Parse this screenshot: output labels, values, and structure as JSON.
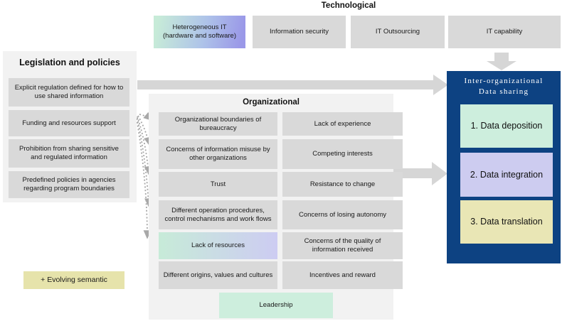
{
  "technological": {
    "title": "Technological",
    "het_it": "Heterogeneous IT (hardware and software)",
    "info_security": "Information security",
    "it_outsourcing": "IT Outsourcing",
    "it_capability": "IT capability"
  },
  "legislation": {
    "title": "Legislation and policies",
    "items": [
      "Explicit regulation defined for how to use shared information",
      "Funding and resources support",
      "Prohibition from sharing sensitive and regulated information",
      "Predefined policies in agencies regarding program boundaries"
    ]
  },
  "evolving_semantic_label": "+ Evolving semantic",
  "organizational": {
    "title": "Organizational",
    "rows": [
      {
        "left": "Organizational boundaries of bureaucracy",
        "right": "Lack of experience"
      },
      {
        "left": "Concerns of information misuse by other organizations",
        "right": "Competing interests"
      },
      {
        "left": "Trust",
        "right": "Resistance to change"
      },
      {
        "left": "Different operation procedures, control mechanisms and work flows",
        "right": "Concerns of losing autonomy"
      },
      {
        "left": "Lack of resources",
        "right": "Concerns of the quality of information received"
      },
      {
        "left": "Different origins, values and cultures",
        "right": "Incentives and reward"
      }
    ],
    "leadership": "Leadership"
  },
  "data_sharing": {
    "title_line1": "Inter-organizational",
    "title_line2": "Data sharing",
    "stages": [
      "1. Data deposition",
      "2. Data integration",
      "3. Data translation"
    ]
  },
  "colors": {
    "navy": "#0d4282",
    "box_gray": "#d9d9d9",
    "panel_gray": "#f2f2f2",
    "arrow_gray": "#d6d6d6",
    "dotted_arrow_gray": "#a8a8a8",
    "mint_green": "#cdeedd",
    "lavender": "#cdccf0",
    "pale_yellow": "#e9e6b5",
    "khaki": "#e6e3ab",
    "gradient_green": "#c7ebd8",
    "gradient_purple": "#9a98e8"
  }
}
